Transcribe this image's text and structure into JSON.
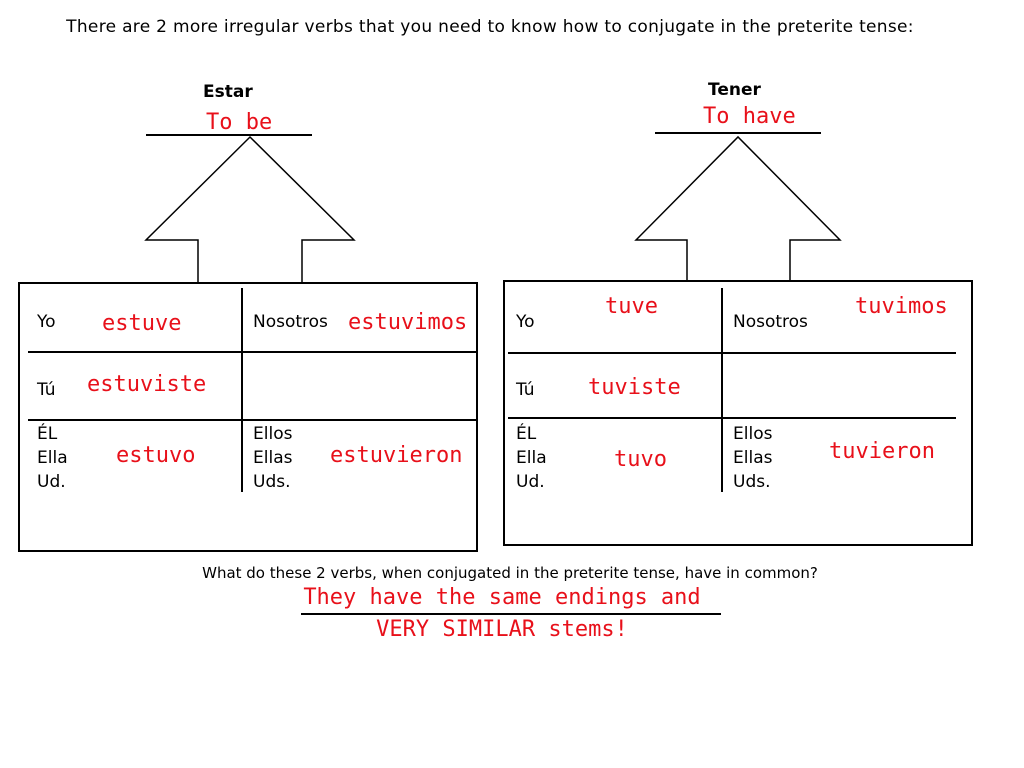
{
  "intro": "There are 2 more irregular verbs that you need to know how to conjugate in the preterite tense:",
  "question": "What do these 2 verbs, when conjugated in the preterite tense, have in common?",
  "answer_line1": "They have the same endings and",
  "answer_line2": "VERY SIMILAR stems!",
  "colors": {
    "annotation": "#e8101a",
    "ink": "#000000"
  },
  "charts": [
    {
      "verb": "Estar",
      "meaning": "To be",
      "labels": {
        "yo": "Yo",
        "tu": "Tú",
        "el": "ÉL",
        "ella": "Ella",
        "ud": "Ud.",
        "nosotros": "Nosotros",
        "ellos": "Ellos",
        "ellas": "Ellas",
        "uds": "Uds."
      },
      "forms": {
        "yo": "estuve",
        "tu": "estuviste",
        "el": "estuvo",
        "nosotros": "estuvimos",
        "ellos": "estuvieron"
      }
    },
    {
      "verb": "Tener",
      "meaning": "To have",
      "labels": {
        "yo": "Yo",
        "tu": "Tú",
        "el": "ÉL",
        "ella": "Ella",
        "ud": "Ud.",
        "nosotros": "Nosotros",
        "ellos": "Ellos",
        "ellas": "Ellas",
        "uds": "Uds."
      },
      "forms": {
        "yo": "tuve",
        "tu": "tuviste",
        "el": "tuvo",
        "nosotros": "tuvimos",
        "ellos": "tuvieron"
      }
    }
  ]
}
